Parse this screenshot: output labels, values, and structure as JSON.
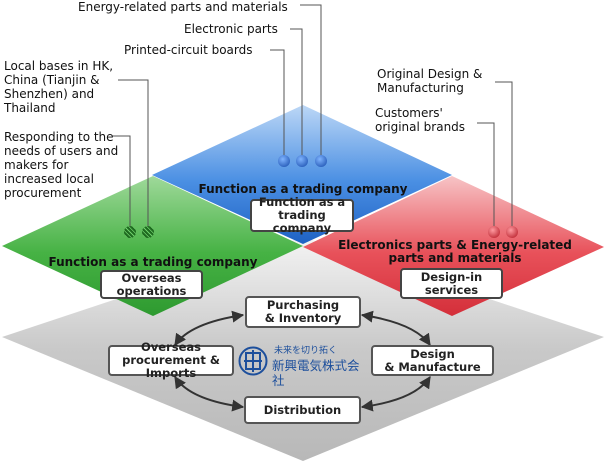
{
  "top_labels": {
    "energy": "Energy-related parts and materials",
    "electronic": "Electronic parts",
    "pcb": "Printed-circuit boards"
  },
  "left_labels": {
    "local_bases": "Local bases in HK, China (Tianjin & Shenzhen) and Thailand",
    "responding": "Responding to the needs of users and makers for increased local procurement"
  },
  "right_labels": {
    "odm": "Original Design & Manufacturing",
    "customers": "Customers' original brands"
  },
  "blue_diamond": {
    "title": "Function as a trading company",
    "box_line1": "Function as a",
    "box_line2": "trading company",
    "color": "#3f86e0"
  },
  "green_diamond": {
    "title": "Function as a trading company",
    "box_line1": "Overseas",
    "box_line2": "operations",
    "color": "#3fae3f"
  },
  "red_diamond": {
    "title_line1": "Electronics parts & Energy-related",
    "title_line2": "parts and materials",
    "box_line1": "Design-in",
    "box_line2": "services",
    "color": "#e5434b"
  },
  "flow": {
    "purchasing_line1": "Purchasing",
    "purchasing_line2": "& Inventory",
    "overseas_line1": "Overseas",
    "overseas_line2": "procurement & Imports",
    "design_line1": "Design",
    "design_line2": "& Manufacture",
    "distribution": "Distribution"
  },
  "logo": {
    "tagline": "未来を切り拓く",
    "name": "新興電気株式会社",
    "color": "#1d4f9c"
  }
}
